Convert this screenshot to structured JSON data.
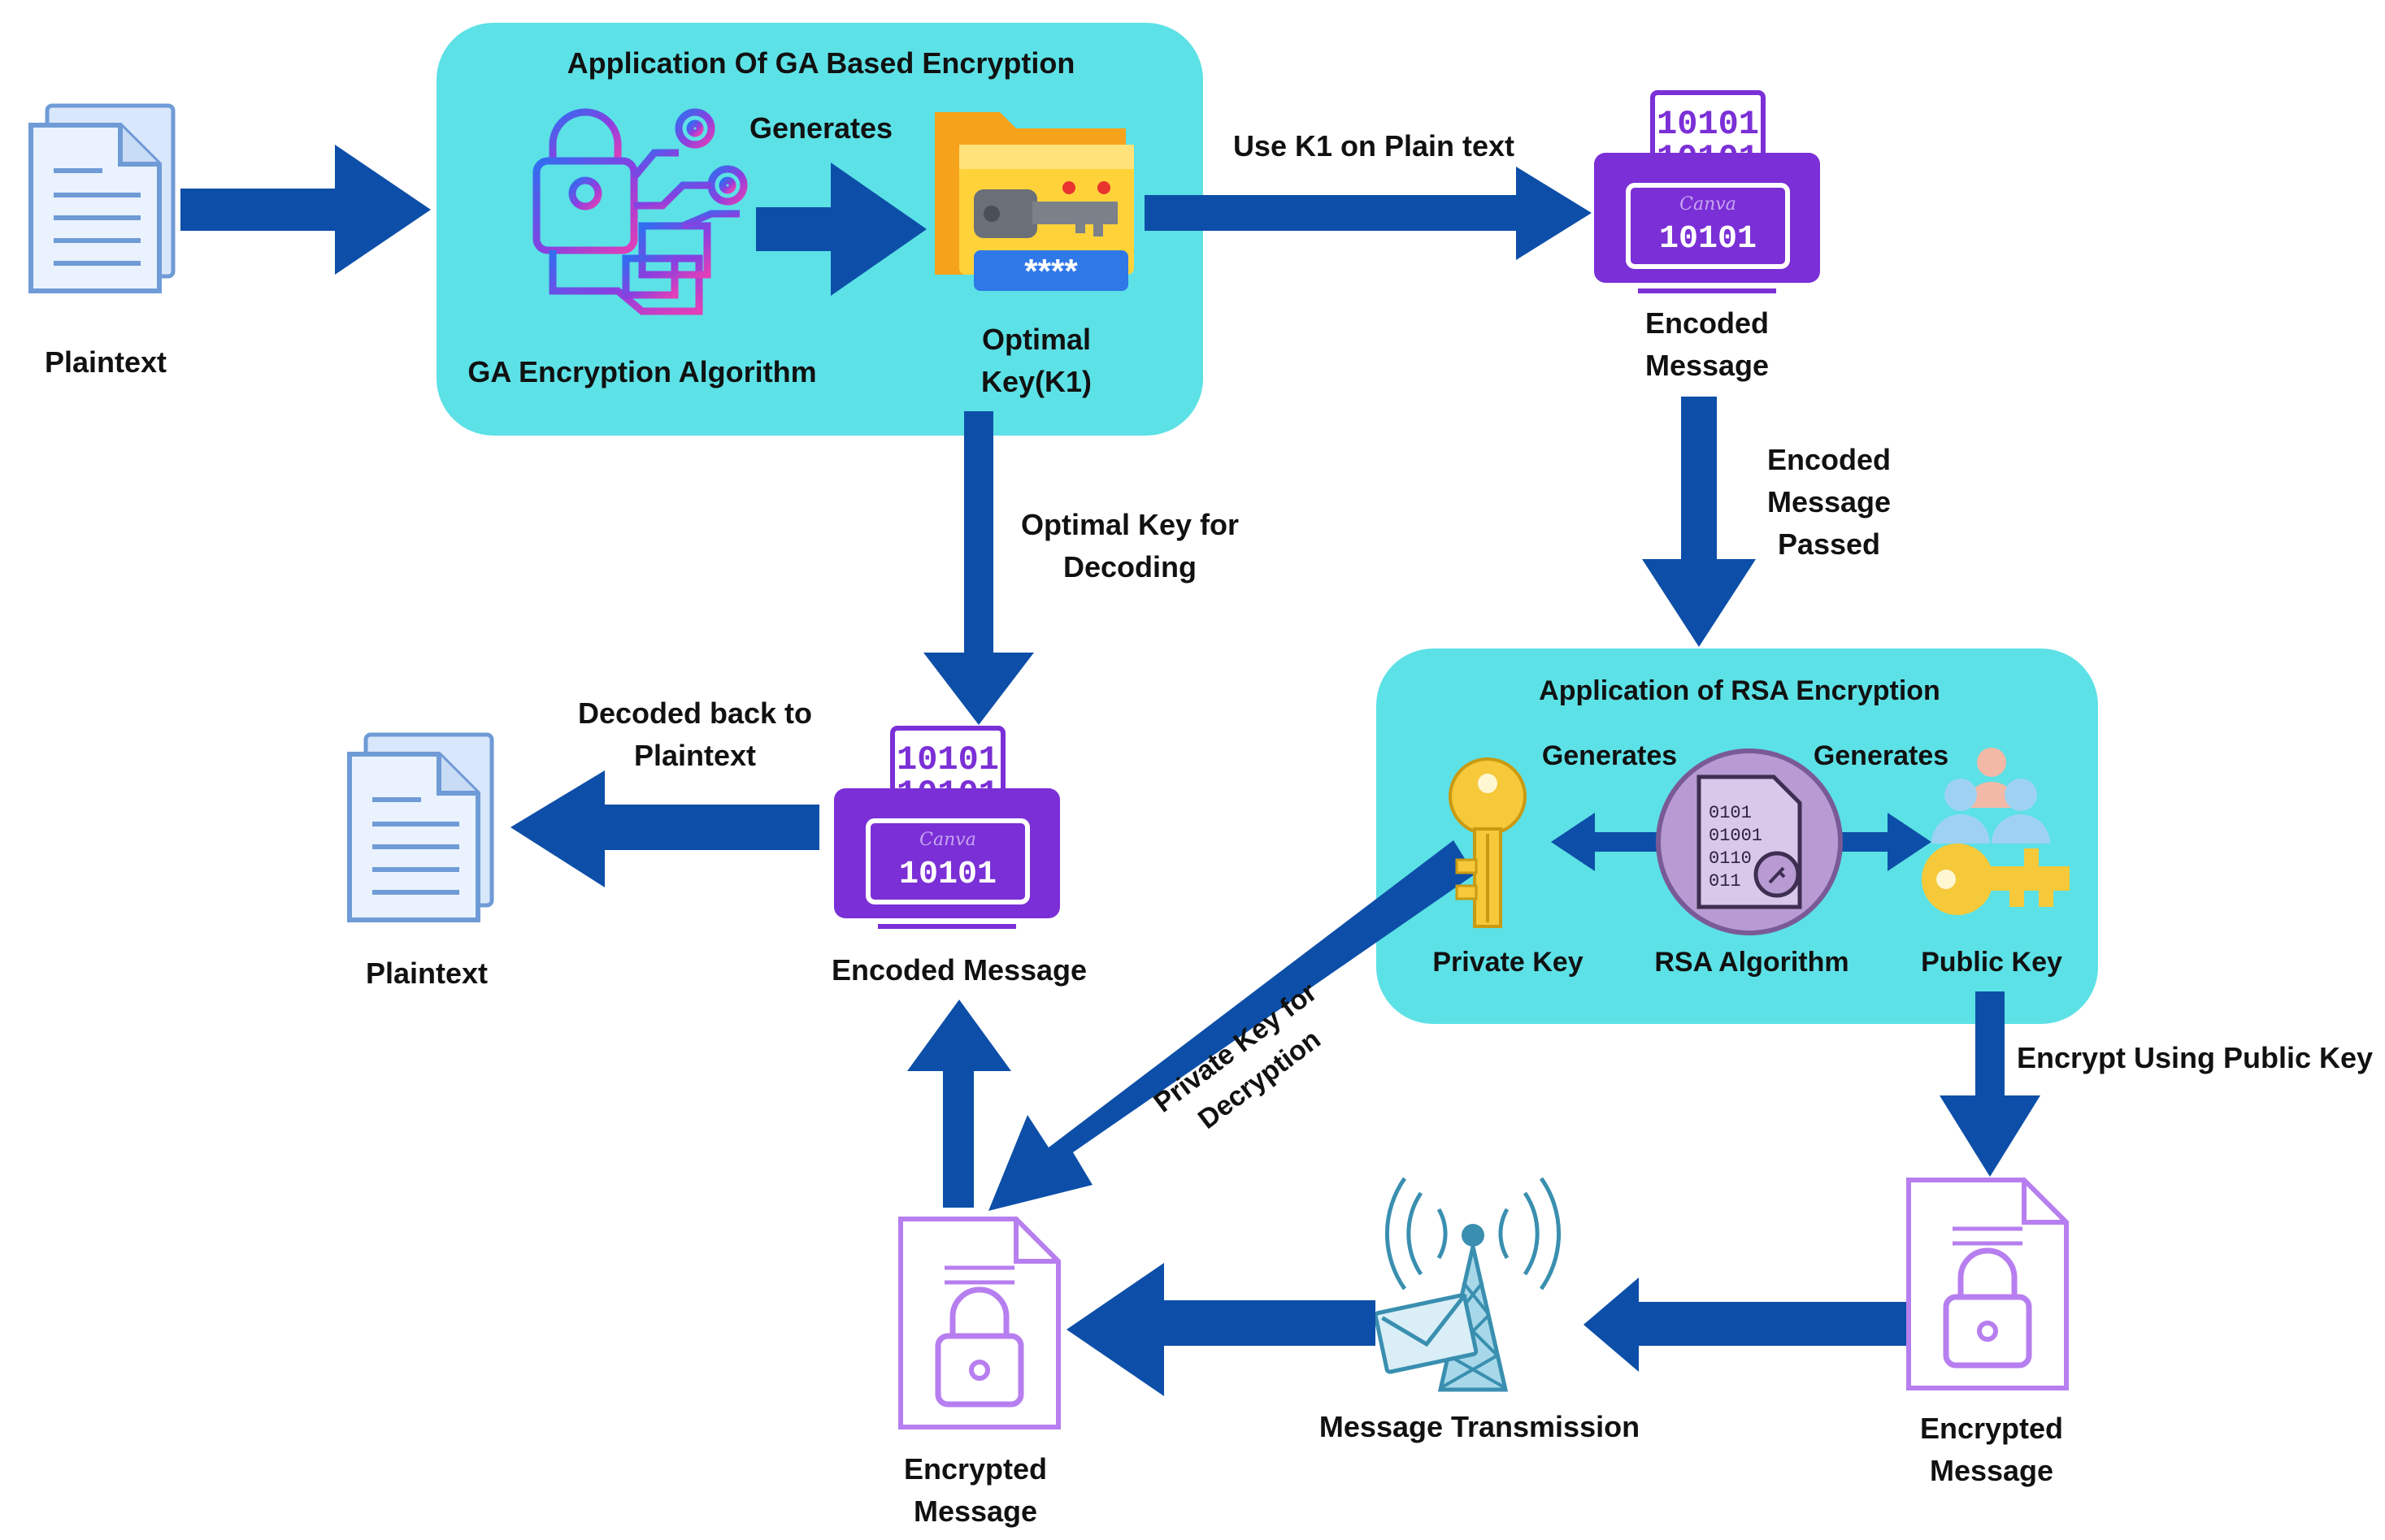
{
  "colors": {
    "arrow": "#0d4fa8",
    "panel": "#5ce1e6",
    "purple": "#7b2fd6",
    "lavender": "#b77ef0",
    "doc_blue": "#6f9bd6",
    "key_yellow": "#f5c93a",
    "folder_orange": "#f7a21b"
  },
  "ga_panel": {
    "title": "Application Of GA Based Encryption",
    "generates": "Generates",
    "algorithm_label": "GA Encryption Algorithm",
    "key_label_line1": "Optimal",
    "key_label_line2": "Key(K1)",
    "algorithm_icon": "lock-gear-circuit-icon",
    "key_icon": "folder-key-password-icon",
    "password_mask": "****"
  },
  "rsa_panel": {
    "title": "Application of RSA Encryption",
    "generates_left": "Generates",
    "generates_right": "Generates",
    "private_key_label": "Private Key",
    "algorithm_label": "RSA Algorithm",
    "public_key_label": "Public Key",
    "binary_lines": [
      "0101",
      "01001",
      "0110",
      "011"
    ],
    "private_key_icon": "yellow-key-icon",
    "algorithm_icon": "binary-document-key-icon",
    "public_key_icon": "users-key-icon"
  },
  "nodes": {
    "plaintext_top": "Plaintext",
    "encoded_top_line1": "Encoded",
    "encoded_top_line2": "Message",
    "encoded_mid": "Encoded Message",
    "plaintext_mid": "Plaintext",
    "encrypted_right_line1": "Encrypted",
    "encrypted_right_line2": "Message",
    "encrypted_bottom_line1": "Encrypted",
    "encrypted_bottom_line2": "Message",
    "transmission": "Message Transmission",
    "binary_top": "10101",
    "binary_mid": "10101",
    "binary_bottom": "10101",
    "watermark": "Canva"
  },
  "edges": {
    "use_k1": "Use K1 on Plain text",
    "passed_line1": "Encoded",
    "passed_line2": "Message",
    "passed_line3": "Passed",
    "optimal_decoding_line1": "Optimal Key for",
    "optimal_decoding_line2": "Decoding",
    "decoded_back_line1": "Decoded back to",
    "decoded_back_line2": "Plaintext",
    "encrypt_public": "Encrypt Using Public Key",
    "private_decryption_line1": "Private Key for",
    "private_decryption_line2": "Decryption"
  }
}
